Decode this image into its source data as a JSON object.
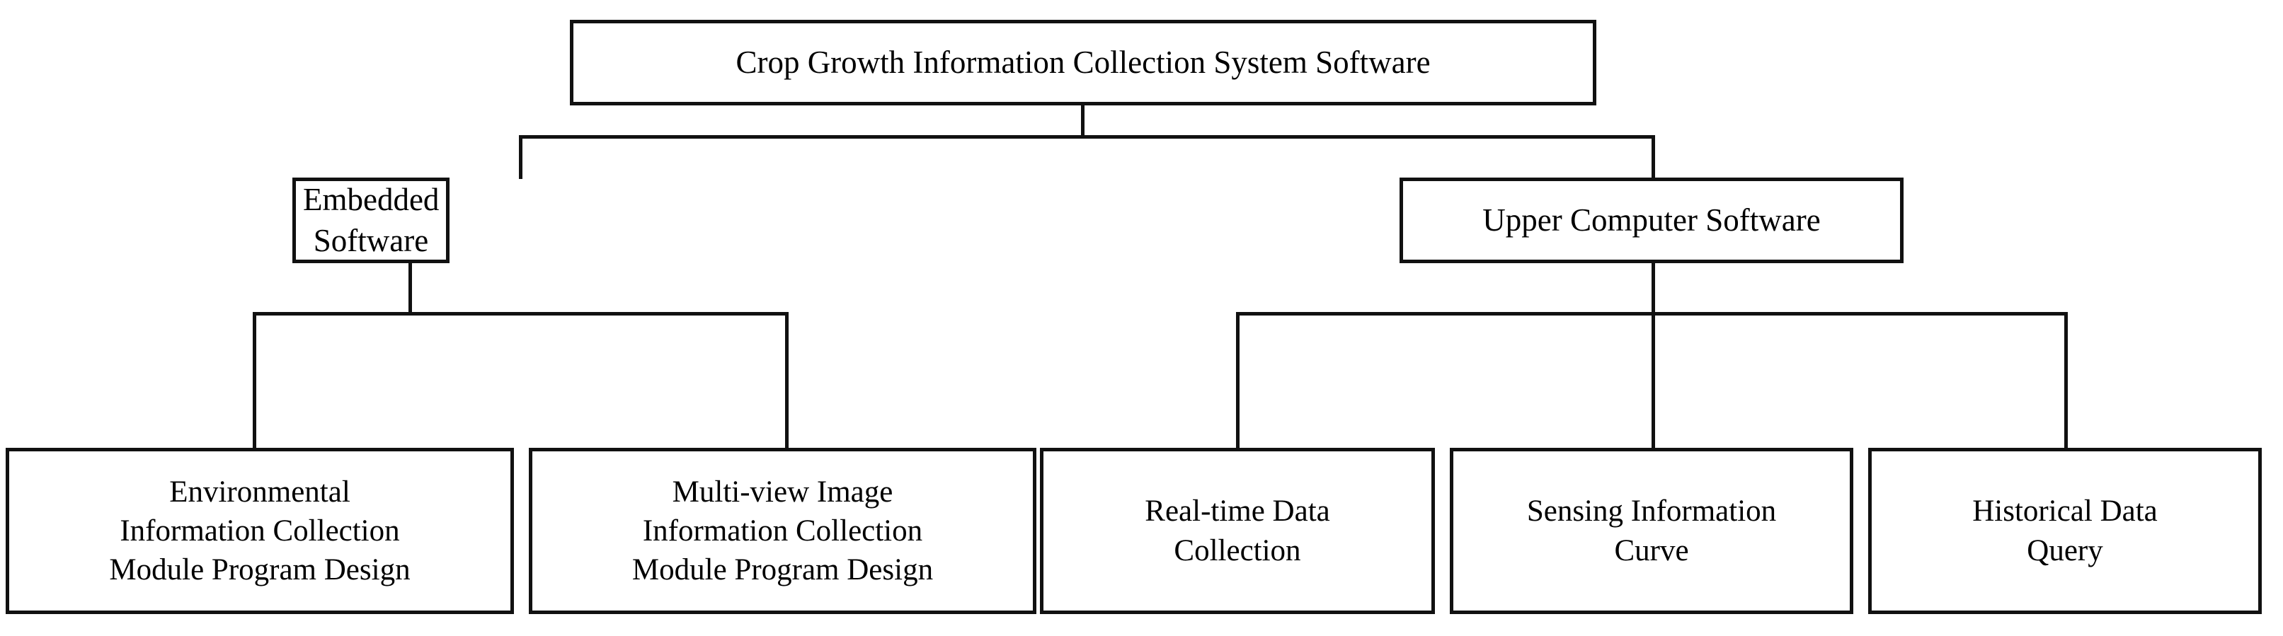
{
  "diagram": {
    "title": "Crop Growth Information Collection System Software",
    "type": "tree",
    "orientation": "top-down",
    "colors": {
      "background": "#ffffff",
      "box_border": "#111111",
      "box_fill": "#ffffff",
      "text": "#000000",
      "connector": "#111111"
    },
    "nodes": {
      "root": {
        "label": "Crop Growth Information Collection System Software"
      },
      "level2": [
        {
          "label": "Embedded Software"
        },
        {
          "label": "Upper Computer Software"
        }
      ],
      "level3_left": [
        {
          "label": "Environmental\nInformation Collection\nModule Program Design"
        },
        {
          "label": "Multi-view Image\nInformation Collection\nModule Program Design"
        }
      ],
      "level3_right": [
        {
          "label": "Real-time Data\nCollection"
        },
        {
          "label": "Sensing Information\nCurve"
        },
        {
          "label": "Historical Data\nQuery"
        }
      ]
    }
  }
}
